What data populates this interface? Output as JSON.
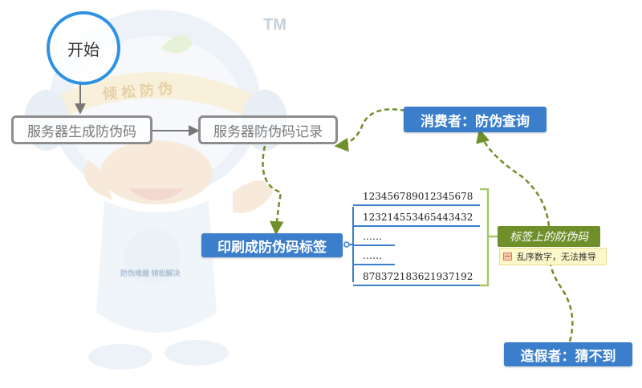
{
  "watermark": {
    "tm": "TM",
    "band": "倾 松 防 伪",
    "slogan": "防伪难题 倾松解决"
  },
  "nodes": {
    "start": "开始",
    "generate": "服务器生成防伪码",
    "record": "服务器防伪码记录",
    "consumer": "消费者：防伪查询",
    "print": "印刷成防伪码标签",
    "label": "标签上的防伪码",
    "note": "乱序数字，无法推导",
    "faker": "造假者：猜不到"
  },
  "codes": [
    "123456789012345678",
    "123214553465443432",
    "……",
    "……",
    "878372183621937192"
  ],
  "colors": {
    "start_ring": "#2e92e3",
    "blue": "#3b7fcc",
    "green": "#6e8f2a",
    "note_bg": "#fdf8c9"
  }
}
